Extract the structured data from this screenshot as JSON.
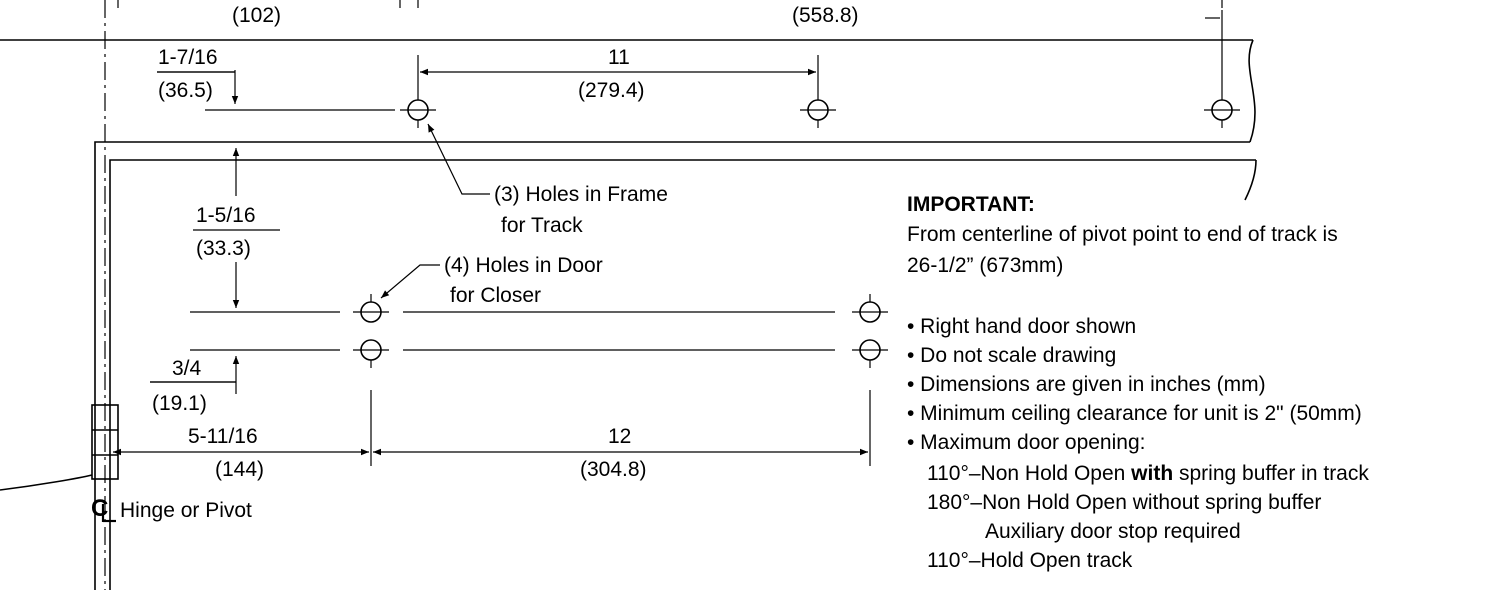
{
  "dimensions": {
    "top_left_mm": "(102)",
    "top_right_mm": "(558.8)",
    "track_offset_in": "1-7/16",
    "track_offset_mm": "(36.5)",
    "track_spacing_in": "11",
    "track_spacing_mm": "(279.4)",
    "frame_to_closer_in": "1-5/16",
    "frame_to_closer_mm": "(33.3)",
    "closer_hole_gap_in": "3/4",
    "closer_hole_gap_mm": "(19.1)",
    "pivot_to_closer_in": "5-11/16",
    "pivot_to_closer_mm": "(144)",
    "closer_spacing_in": "12",
    "closer_spacing_mm": "(304.8)"
  },
  "callouts": {
    "frame_holes_line1": "(3) Holes in Frame",
    "frame_holes_line2": "for Track",
    "door_holes_line1": "(4) Holes in Door",
    "door_holes_line2": "for Closer",
    "centerline_symbol": "C",
    "centerline_label": "Hinge or Pivot"
  },
  "notes": {
    "important_title": "IMPORTANT:",
    "important_line1": "From centerline of pivot point to end of track is",
    "important_line2": "26-1/2” (673mm)",
    "bullets": [
      "• Right hand door shown",
      "• Do not scale drawing",
      "• Dimensions are given in inches (mm)",
      "• Minimum ceiling clearance for unit is 2\" (50mm)",
      "• Maximum door opening:"
    ],
    "opening_1_pre": "110°–Non Hold Open ",
    "opening_1_bold": "with",
    "opening_1_post": " spring buffer in track",
    "opening_2": "180°–Non Hold Open without spring buffer",
    "opening_2b": "Auxiliary door stop required",
    "opening_3": "110°–Hold Open track"
  }
}
